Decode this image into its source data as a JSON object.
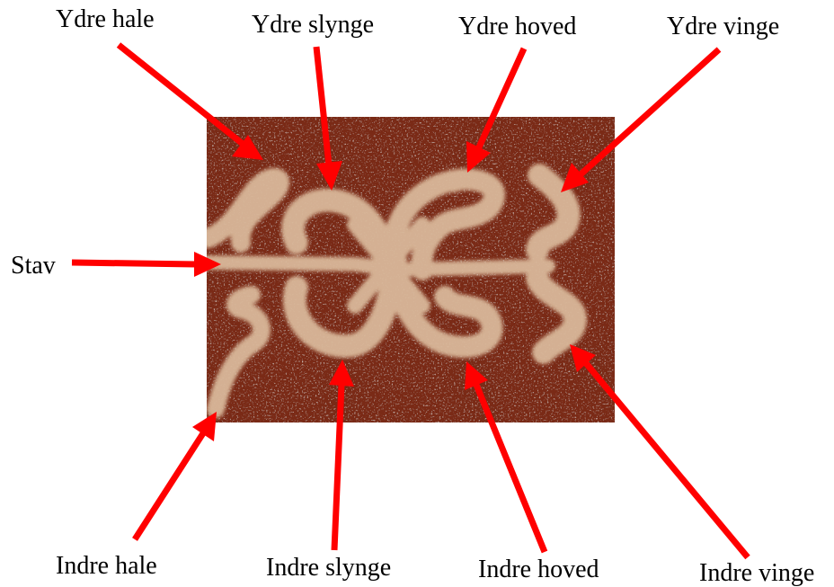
{
  "colors": {
    "arrow": "#ff0000",
    "emblem_background": "#7a2a12",
    "emblem_figure": "#d9b89a",
    "label_text": "#000000"
  },
  "labels": {
    "ydre_hale": "Ydre hale",
    "ydre_slynge": "Ydre slynge",
    "ydre_hoved": "Ydre hoved",
    "ydre_vinge": "Ydre vinge",
    "stav": "Stav",
    "indre_hale": "Indre hale",
    "indre_slynge": "Indre slynge",
    "indre_hoved": "Indre hoved",
    "indre_vinge": "Indre vinge"
  }
}
